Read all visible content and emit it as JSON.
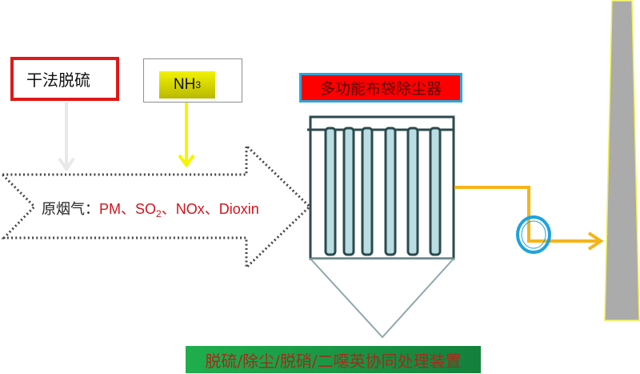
{
  "labels": {
    "dry_desulfurization": "干法脱硫",
    "ammonia": {
      "base": "NH",
      "subscript": "3"
    },
    "baghouse_title": "多功能布袋除尘器",
    "raw_flue_gas": {
      "label": "原烟气：",
      "pollutants": [
        {
          "text": "PM",
          "sub": ""
        },
        {
          "text": "、SO",
          "sub": "2"
        },
        {
          "text": "、NOx",
          "sub": ""
        },
        {
          "text": "、Dioxin",
          "sub": ""
        }
      ]
    },
    "device_caption": "脱硫/除尘/脱硝/二噁英协同处理装置"
  },
  "components": {
    "filter_bags_count": 6,
    "chimney": "stack"
  },
  "colors": {
    "dry_desulf_border": "#e01818",
    "ammonia_fill": "#e8e800",
    "ammonia_arrow": "#f5f500",
    "desulf_arrow": "#e8e8e8",
    "baghouse_title_bg": "#ff0000",
    "baghouse_title_border": "#2aa6d9",
    "baghouse_stroke": "#2b4a4e",
    "filter_bag_fill": "#b9dde3",
    "outlet_duct": "#f5b418",
    "fan_ring": "#1ea3dd",
    "chimney_fill": "#ababab",
    "chimney_border": "#f0f04a",
    "caption_bg": "#1a9a46",
    "caption_text": "#a52a1a",
    "pollutant_text": "#d4141c"
  }
}
